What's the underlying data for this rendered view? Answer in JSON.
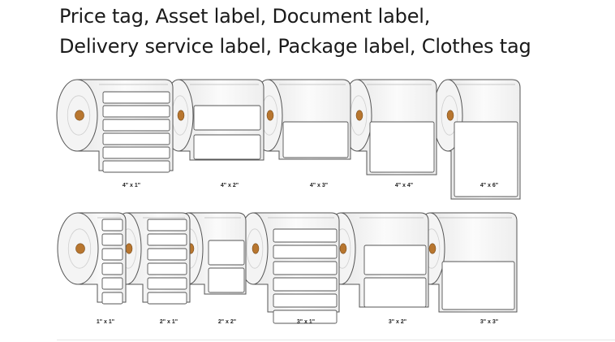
{
  "caption": {
    "line1": "Price tag, Asset label, Document label,",
    "line2": "Delivery service label, Package label, Clothes tag"
  },
  "roll_sizes": {
    "row1": [
      "4\" x 1\"",
      "4\" x 2\"",
      "4\" x 3\"",
      "4\" x 4\"",
      "4\" x 6\""
    ],
    "row2": [
      "1\" x 1\"",
      "2\" x 1\"",
      "2\" x 2\"",
      "3\" x 1\"",
      "3\" x 2\"",
      "3\" x 3\""
    ]
  },
  "colors": {
    "core": "#b8762f",
    "outline": "#555555",
    "roll_fill": "#f8f8f8"
  }
}
